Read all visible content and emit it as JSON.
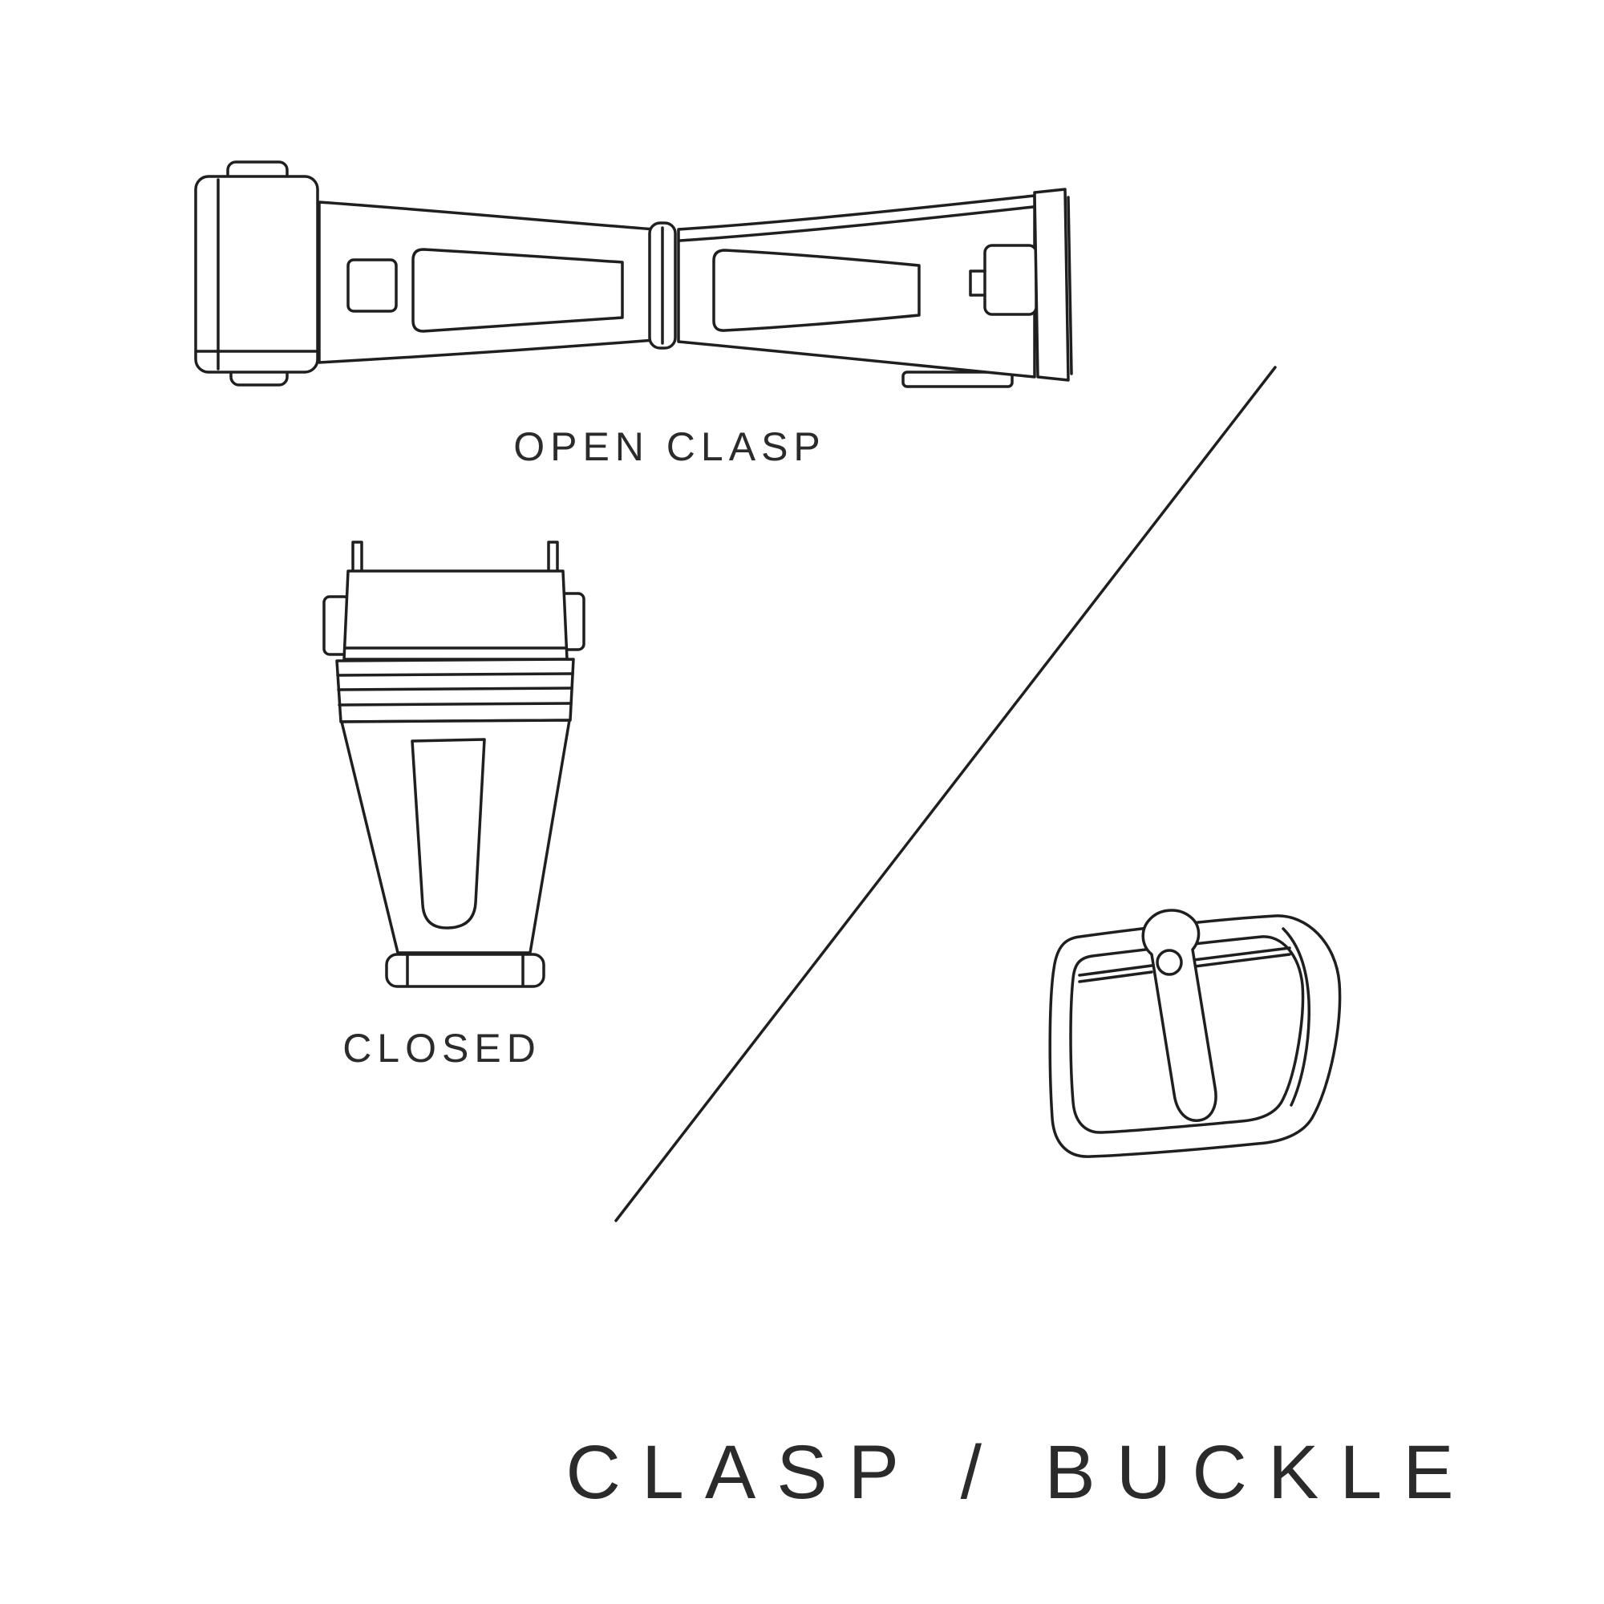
{
  "colors": {
    "background": "#ffffff",
    "line": "#1f1f1f",
    "text": "#2b2b2b"
  },
  "diagram": {
    "open_clasp_label": "OPEN CLASP",
    "closed_label": "CLOSED",
    "title": "CLASP / BUCKLE"
  }
}
